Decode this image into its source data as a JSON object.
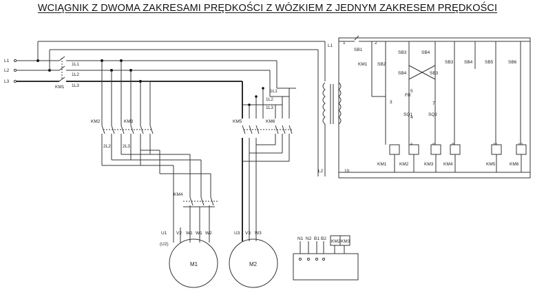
{
  "title": "WCIĄGNIK Z DWOMA ZAKRESAMI PRĘDKOŚCI Z WÓZKIEM Z JEDNYM ZAKRESEM PRĘDKOŚCI",
  "diagram": {
    "power_lines": [
      "L1",
      "L2",
      "L3"
    ],
    "main_contactor": "KM1",
    "after_main": [
      "1L1",
      "1L2",
      "1L3"
    ],
    "transformer_lines": [
      "L1",
      "L2"
    ],
    "hoist_contactors": [
      "KM2",
      "KM3"
    ],
    "hoist_outputs": [
      "2L2",
      "2L3"
    ],
    "trolley_contactors": [
      "KM5",
      "KM6"
    ],
    "trolley_inputs": [
      "1L1",
      "1L2",
      "1L3"
    ],
    "motor1_contactor": "KM4",
    "motor1": {
      "name": "M1",
      "terminals": [
        "U1",
        "V2",
        "W1",
        "W1",
        "W2"
      ],
      "u1_note": "(U2)"
    },
    "motor2": {
      "name": "M2",
      "terminals": [
        "U3",
        "V3",
        "W3"
      ]
    },
    "control": {
      "contact_labels": [
        "SB1",
        "KM1",
        "SB2",
        "SB3",
        "SB4",
        "SB4",
        "SB3",
        "SB3",
        "SB4",
        "SB5",
        "SB6"
      ],
      "limit_labels": [
        "FR",
        "SQ1",
        "SQ2"
      ],
      "node_numbers": [
        "1",
        "2",
        "3",
        "4",
        "5",
        "6",
        "7",
        "8",
        "9",
        "10",
        "11",
        "12"
      ],
      "coils": [
        "KM1",
        "KM2",
        "KM3",
        "KM4",
        "KM5",
        "KM6"
      ]
    },
    "terminal_block": {
      "labels": [
        "N1",
        "N2",
        "B1",
        "B2"
      ],
      "contactors": [
        "KM2",
        "KM3"
      ]
    }
  }
}
